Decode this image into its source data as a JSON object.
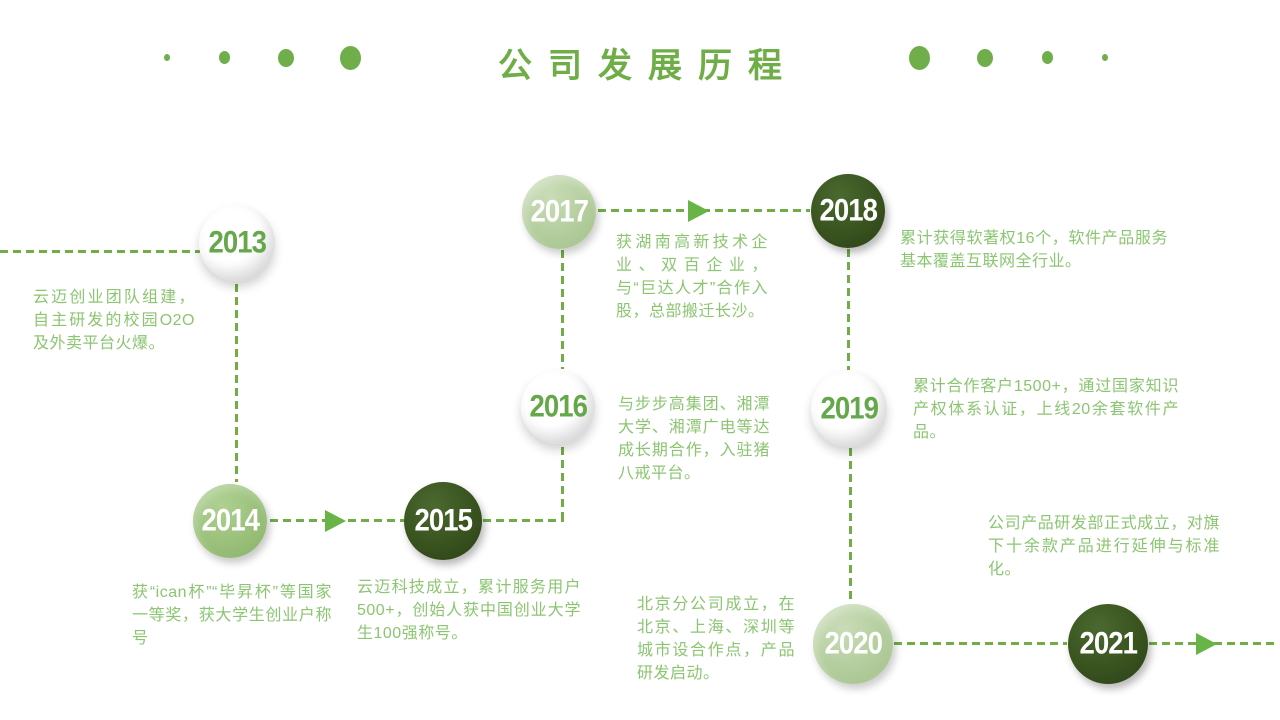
{
  "header": {
    "title": "公司发展历程",
    "title_color": "#6fad47",
    "decor": "green-dots"
  },
  "colors": {
    "accent_green": "#70ad47",
    "text_green": "#8cc572",
    "dark_circle": "#39531f",
    "light_circle": "#b3cd9d",
    "medium_circle": "#9ac07a",
    "white_circle": "#ffffff"
  },
  "milestones": [
    {
      "year": "2013",
      "text": "云迈创业团队组建，自主研发的校园O2O及外卖平台火爆。"
    },
    {
      "year": "2014",
      "text": "获“ican杯”“毕昇杯”等国家一等奖，获大学生创业户称号"
    },
    {
      "year": "2015",
      "text": "云迈科技成立，累计服务用户500+，创始人获中国创业大学生100强称号。"
    },
    {
      "year": "2016",
      "text": "与步步高集团、湘潭大学、湘潭广电等达成长期合作，入驻猪八戒平台。"
    },
    {
      "year": "2017",
      "text": "获湖南高新技术企业、双百企业，与“巨达人才”合作入股，总部搬迁长沙。"
    },
    {
      "year": "2018",
      "text": "累计获得软著权16个，软件产品服务基本覆盖互联网全行业。"
    },
    {
      "year": "2019",
      "text": "累计合作客户1500+，通过国家知识产权体系认证，上线20余套软件产品。"
    },
    {
      "year": "2020",
      "text": "北京分公司成立，在北京、上海、深圳等城市设合作点，产品研发启动。"
    },
    {
      "year": "2021",
      "text": "公司产品研发部正式成立，对旗下十余款产品进行延伸与标准化。"
    }
  ]
}
